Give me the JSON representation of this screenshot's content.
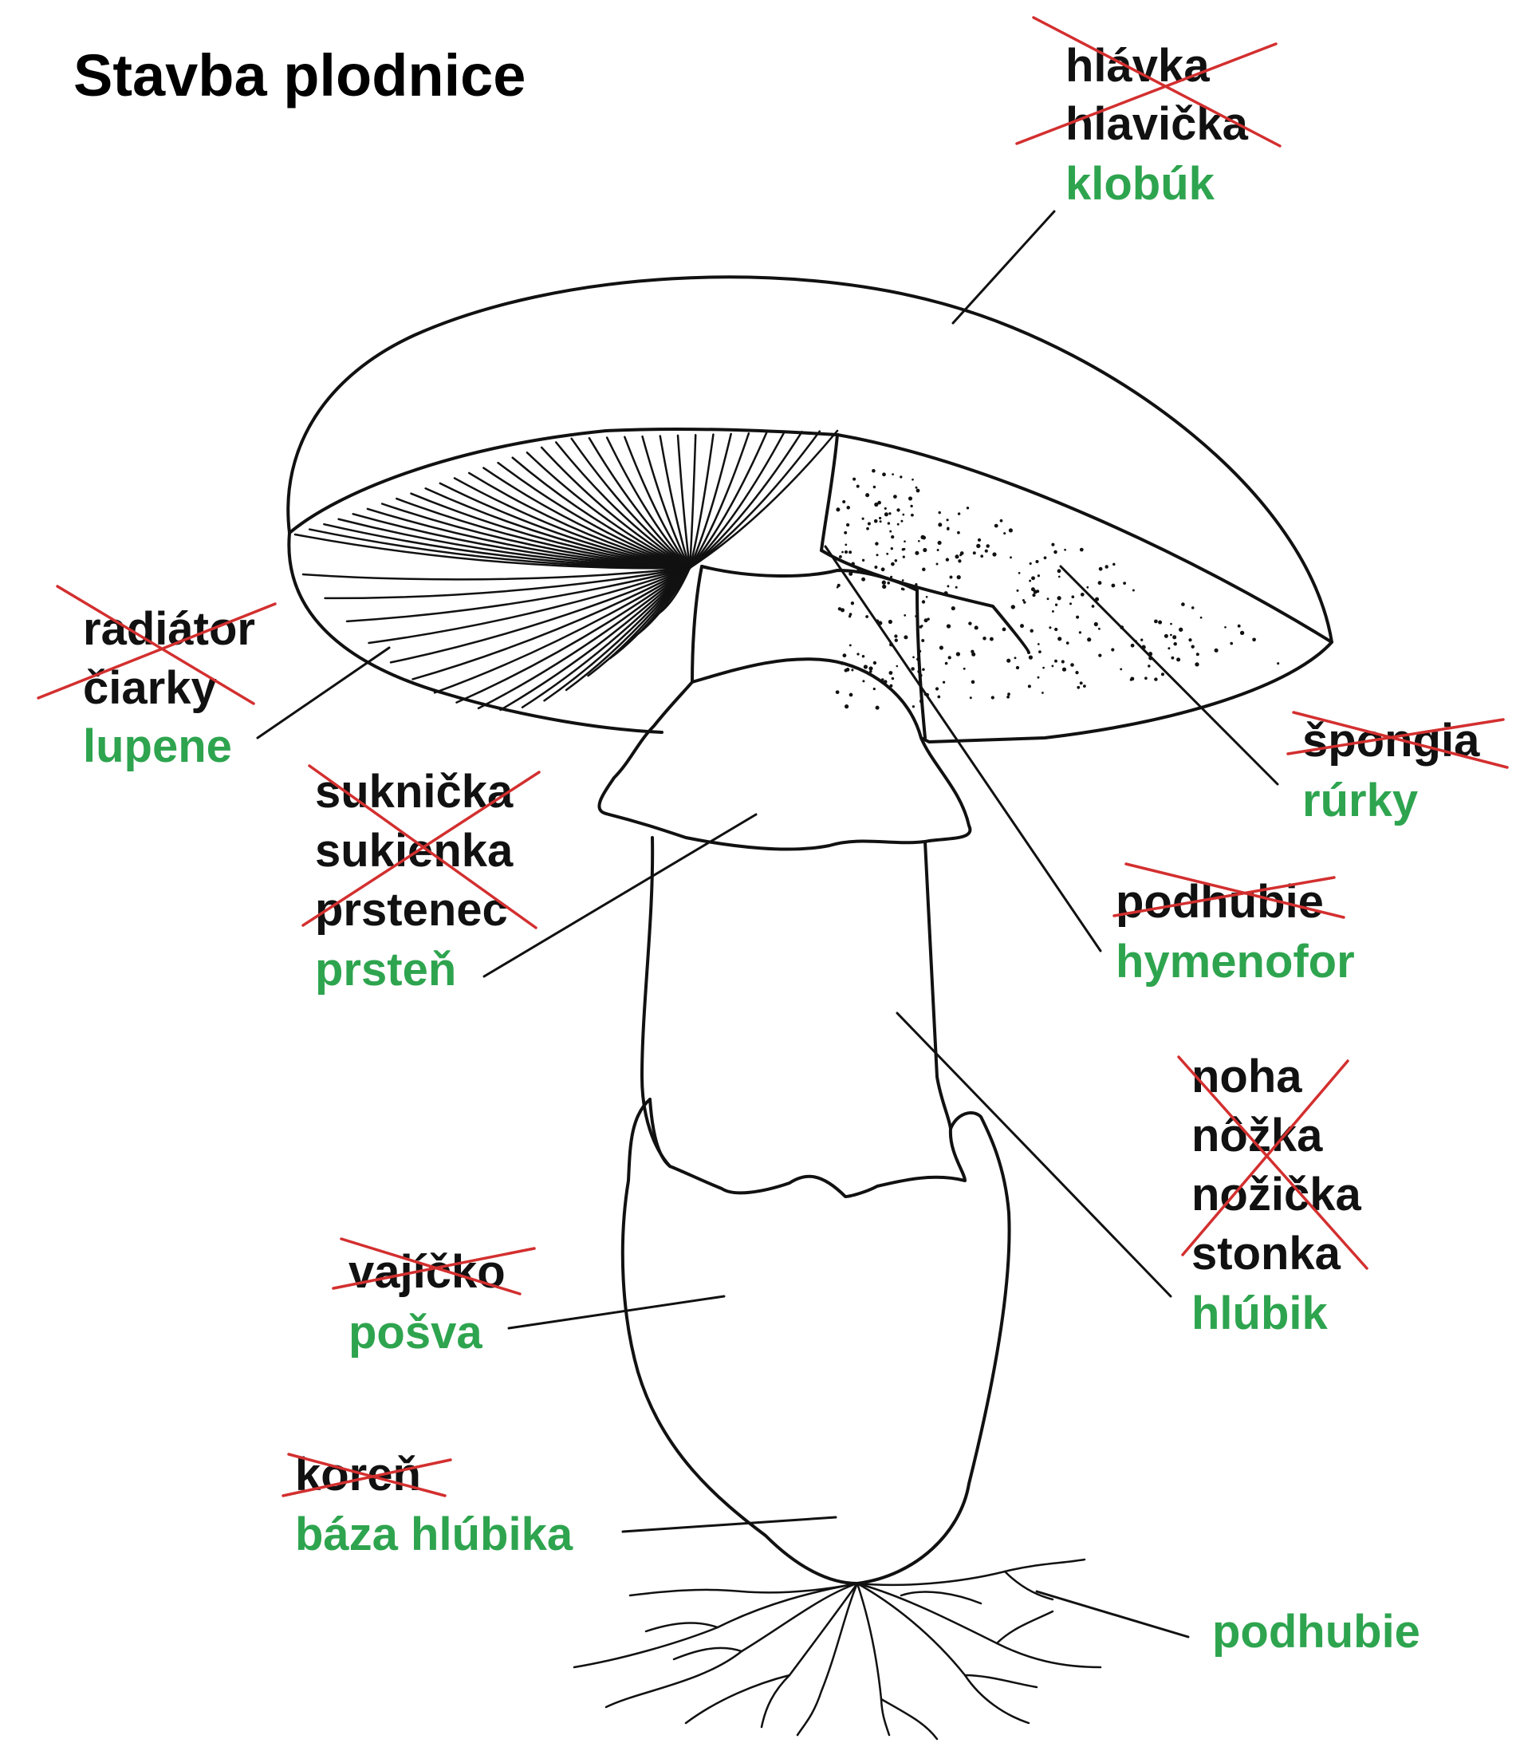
{
  "title": "Stavba plodnice",
  "colors": {
    "correct": "#2ea44f",
    "wrong": "#111111",
    "strike": "#d32f2f",
    "ink": "#111111"
  },
  "labels": {
    "klobuk": {
      "wrong": [
        "hlávka",
        "hlavička"
      ],
      "correct": "klobúk"
    },
    "lupene": {
      "wrong": [
        "radiátor",
        "čiarky"
      ],
      "correct": "lupene"
    },
    "rurky": {
      "wrong": [
        "špongia"
      ],
      "correct": "rúrky"
    },
    "prsten": {
      "wrong": [
        "suknička",
        "sukienka",
        "prstenec"
      ],
      "correct": "prsteň"
    },
    "hymenofor": {
      "wrong": [
        "podhubie"
      ],
      "correct": "hymenofor"
    },
    "hlubik": {
      "wrong": [
        "noha",
        "nôžka",
        "nožička",
        "stonka"
      ],
      "correct": "hlúbik"
    },
    "posva": {
      "wrong": [
        "vajíčko"
      ],
      "correct": "pošva"
    },
    "baza": {
      "wrong": [
        "koreň"
      ],
      "correct": "báza hlúbika"
    },
    "podhubie": {
      "wrong": [],
      "correct": "podhubie"
    }
  }
}
